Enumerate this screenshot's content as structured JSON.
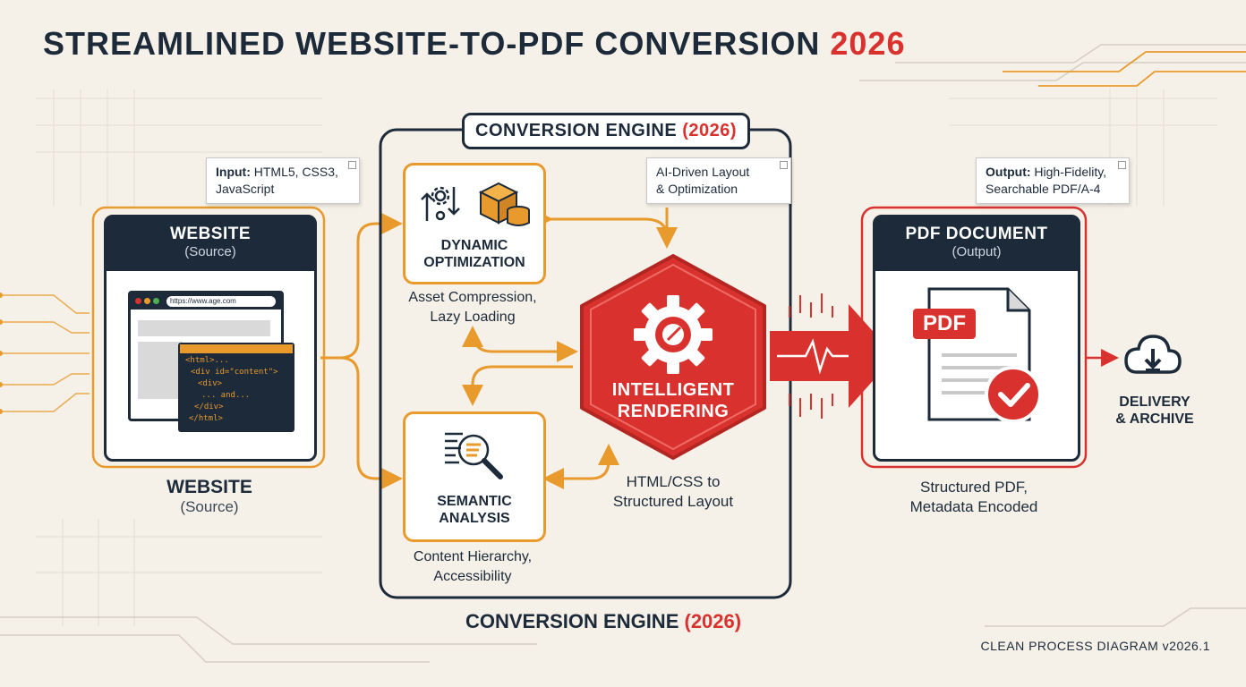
{
  "title": {
    "main": "STREAMLINED WEBSITE-TO-PDF CONVERSION",
    "year": "2026"
  },
  "website": {
    "callout_bold": "Input:",
    "callout_rest": "HTML5, CSS3,",
    "callout_line2": "JavaScript",
    "header_title": "WEBSITE",
    "header_sub": "(Source)",
    "url": "https://www.age.com",
    "code": [
      "<html>...",
      "<div id=\"content\">",
      "<div>",
      "... and...",
      "</div>",
      "</html>"
    ],
    "label_title": "WEBSITE",
    "label_sub": "(Source)"
  },
  "engine": {
    "top_label": "CONVERSION ENGINE",
    "top_year": "(2026)",
    "bottom_label": "CONVERSION ENGINE",
    "bottom_year": "(2026)",
    "dynamic": {
      "title1": "DYNAMIC",
      "title2": "OPTIMIZATION",
      "desc1": "Asset Compression,",
      "desc2": "Lazy Loading"
    },
    "semantic": {
      "title1": "SEMANTIC",
      "title2": "ANALYSIS",
      "desc1": "Content Hierarchy,",
      "desc2": "Accessibility"
    },
    "ai_callout1": "AI-Driven Layout",
    "ai_callout2": "& Optimization",
    "rendering": {
      "title1": "INTELLIGENT",
      "title2": "RENDERING",
      "desc1": "HTML/CSS to",
      "desc2": "Structured Layout"
    }
  },
  "pdf": {
    "callout_bold": "Output:",
    "callout_rest": "High-Fidelity,",
    "callout_line2": "Searchable PDF/A-4",
    "header_title": "PDF DOCUMENT",
    "header_sub": "(Output)",
    "badge": "PDF",
    "label1": "Structured PDF,",
    "label2": "Metadata Encoded"
  },
  "delivery": {
    "line1": "DELIVERY",
    "line2": "& ARCHIVE"
  },
  "footer": "CLEAN PROCESS DIAGRAM v2026.1",
  "colors": {
    "navy": "#1c2a3a",
    "orange": "#e89a2c",
    "red": "#d9322e",
    "background": "#f5f1e8"
  }
}
